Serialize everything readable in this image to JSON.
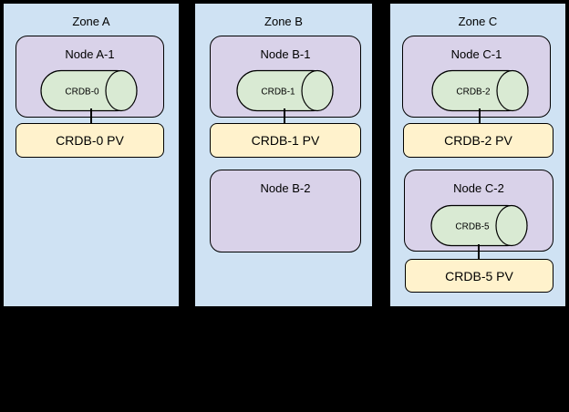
{
  "diagram": {
    "background_color": "#000000",
    "colors": {
      "zone_fill": "#cfe2f3",
      "node_fill": "#d9d2e9",
      "cylinder_fill": "#d9ead3",
      "pv_fill": "#fff2cc",
      "stroke": "#000000"
    },
    "zones": [
      {
        "label": "Zone A",
        "nodes": [
          {
            "label": "Node A-1",
            "db": "CRDB-0",
            "pv": "CRDB-0 PV"
          }
        ]
      },
      {
        "label": "Zone B",
        "nodes": [
          {
            "label": "Node B-1",
            "db": "CRDB-1",
            "pv": "CRDB-1 PV"
          },
          {
            "label": "Node B-2"
          }
        ]
      },
      {
        "label": "Zone C",
        "nodes": [
          {
            "label": "Node C-1",
            "db": "CRDB-2",
            "pv": "CRDB-2 PV"
          },
          {
            "label": "Node C-2",
            "db": "CRDB-5",
            "pv": "CRDB-5 PV"
          }
        ]
      }
    ]
  }
}
